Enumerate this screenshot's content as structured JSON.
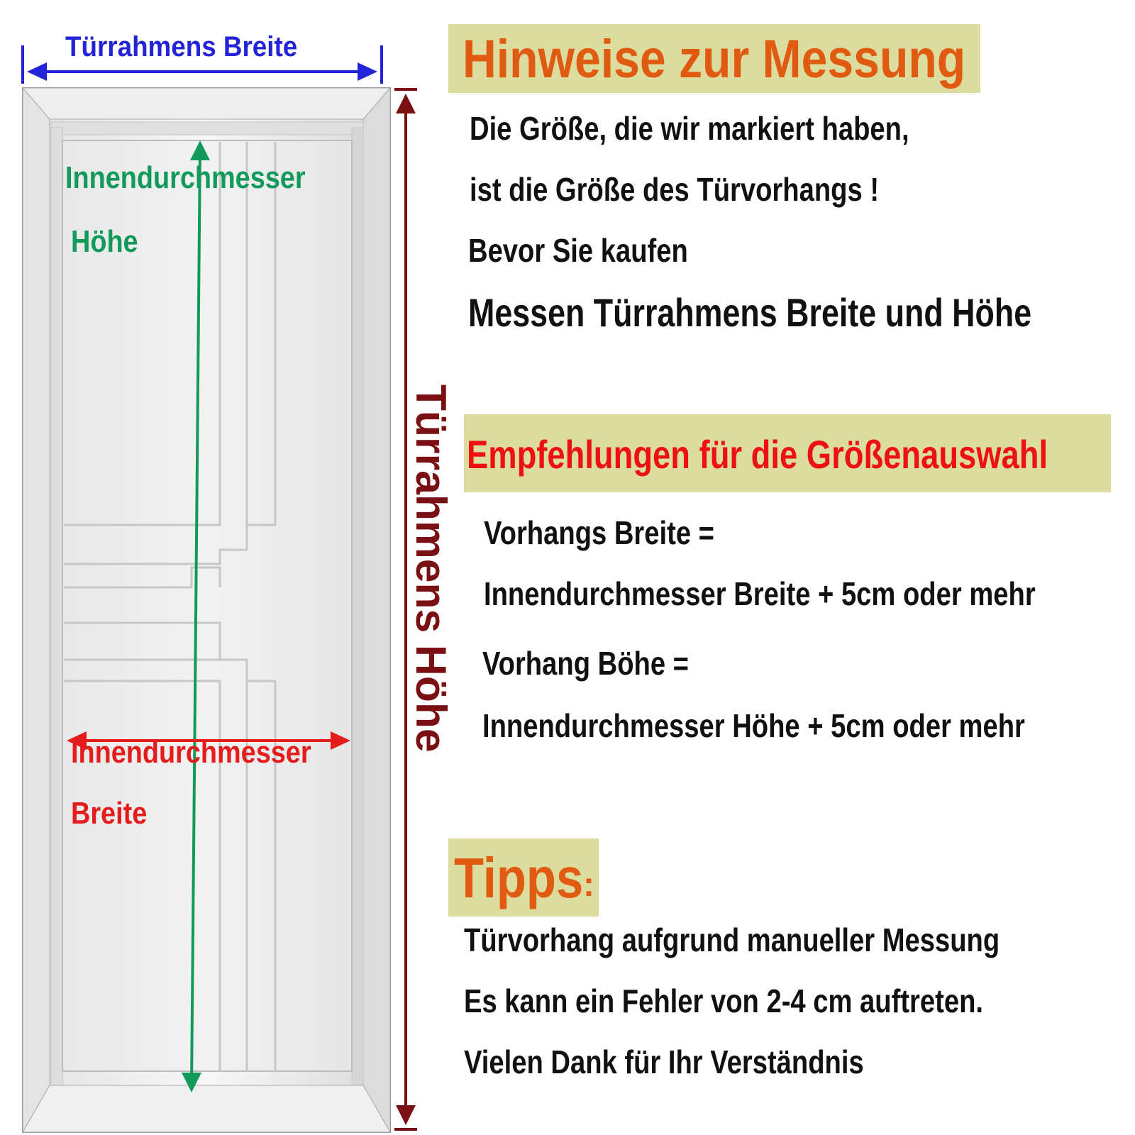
{
  "door_diagram": {
    "frame_width_label": "Türrahmens Breite",
    "frame_height_label": "Türrahmens Höhe",
    "inner_height_label_line1": "Innendurchmesser",
    "inner_height_label_line2": "Höhe",
    "inner_width_label_line1": "Innendurchmesser",
    "inner_width_label_line2": "Breite",
    "colors": {
      "frame_width": "#2323d8",
      "frame_height": "#7a0f14",
      "inner_height": "#129a5a",
      "inner_width": "#e51c1c"
    }
  },
  "measurement_notes": {
    "title": "Hinweise zur Messung",
    "lines": [
      "Die Größe, die wir markiert haben,",
      "ist die Größe des Türvorhangs !",
      "Bevor Sie kaufen",
      "Messen Türrahmens Breite und Höhe"
    ]
  },
  "size_recommendations": {
    "title": "Empfehlungen für die Größenauswahl",
    "lines": [
      "Vorhangs Breite =",
      "Innendurchmesser Breite + 5cm oder mehr",
      "Vorhang Böhe =",
      "Innendurchmesser Höhe + 5cm oder mehr"
    ]
  },
  "tips": {
    "title": "Tipps",
    "colon": ":",
    "lines": [
      "Türvorhang aufgrund manueller Messung",
      "Es kann ein Fehler von 2-4 cm auftreten.",
      "Vielen Dank für Ihr Verständnis"
    ]
  },
  "theme": {
    "title_orange": "#e05a12",
    "title_red": "#ee1111",
    "band": "#dcdc9f",
    "body_text": "#111111"
  }
}
